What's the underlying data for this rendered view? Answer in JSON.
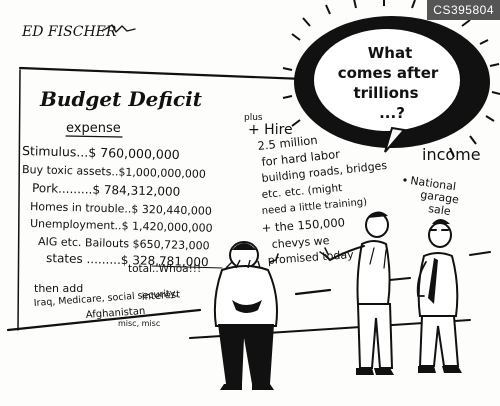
{
  "artist_signature": "ED FISCHER",
  "watermark": "CS395804",
  "board": {
    "title": "Budget Deficit",
    "expense_header": "expense",
    "expense_lines": [
      "Stimulus...$ 760,000,000",
      "Buy toxic assets..$1,000,000,000",
      "Pork.........$ 784,312,000",
      "Homes in trouble..$ 320,440,000",
      "Unemployment..$ 1,420,000,000",
      "AIG etc. Bailouts $650,723,000",
      "states .........$ 328,781,000"
    ],
    "total_line": "total..Whoa!!!",
    "then_add_lines": [
      "then add",
      "Iraq, Medicare, social security,",
      "interest",
      "Afghanistan",
      "misc, misc"
    ],
    "plus_label": "plus",
    "hire_lines": [
      "+ Hire",
      "2.5 million",
      "for hard labor",
      "building roads, bridges",
      "etc. etc. (might",
      "need a little training)",
      "+ the 150,000",
      "chevys we",
      "promised today"
    ],
    "income_header": "income",
    "income_lines": [
      "National",
      "garage",
      "sale"
    ]
  },
  "speech_bubble": {
    "lines": [
      "What",
      "comes after",
      "trillions",
      "...?"
    ]
  }
}
